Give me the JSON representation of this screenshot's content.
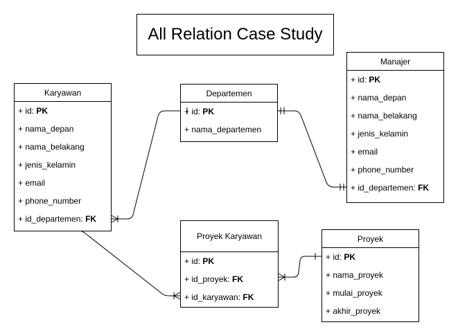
{
  "title": "All Relation Case Study",
  "entities": {
    "karyawan": {
      "name": "Karyawan",
      "attributes": [
        {
          "prefix": "+ ",
          "name": "id: ",
          "key": "PK"
        },
        {
          "prefix": "+ ",
          "name": "nama_depan",
          "key": ""
        },
        {
          "prefix": "+ ",
          "name": "nama_belakang",
          "key": ""
        },
        {
          "prefix": "+ ",
          "name": "jenis_kelamin",
          "key": ""
        },
        {
          "prefix": "+ ",
          "name": "email",
          "key": ""
        },
        {
          "prefix": "+ ",
          "name": "phone_number",
          "key": ""
        },
        {
          "prefix": "+ ",
          "name": "id_departemen: ",
          "key": "FK"
        }
      ]
    },
    "departemen": {
      "name": "Departemen",
      "attributes": [
        {
          "prefix": "+ ",
          "name": "id: ",
          "key": "PK"
        },
        {
          "prefix": "+ ",
          "name": "nama_departemen",
          "key": ""
        }
      ]
    },
    "manajer": {
      "name": "Manajer",
      "attributes": [
        {
          "prefix": "+ ",
          "name": "id: ",
          "key": "PK"
        },
        {
          "prefix": "+ ",
          "name": "nama_depan",
          "key": ""
        },
        {
          "prefix": "+ ",
          "name": "nama_belakang",
          "key": ""
        },
        {
          "prefix": "+ ",
          "name": "jenis_kelamin",
          "key": ""
        },
        {
          "prefix": "+ ",
          "name": "email",
          "key": ""
        },
        {
          "prefix": "+ ",
          "name": "phone_number",
          "key": ""
        },
        {
          "prefix": "+ ",
          "name": "id_departemen: ",
          "key": "FK"
        }
      ]
    },
    "proyek_karyawan": {
      "name": "Proyek Karyawan",
      "attributes": [
        {
          "prefix": "+ ",
          "name": "id: ",
          "key": "PK"
        },
        {
          "prefix": "+ ",
          "name": "id_proyek: ",
          "key": "FK"
        },
        {
          "prefix": "+ ",
          "name": "id_karyawan: ",
          "key": "FK"
        }
      ]
    },
    "proyek": {
      "name": "Proyek",
      "attributes": [
        {
          "prefix": "+ ",
          "name": "id: ",
          "key": "PK"
        },
        {
          "prefix": "+ ",
          "name": "nama_proyek",
          "key": ""
        },
        {
          "prefix": "+ ",
          "name": "mulai_proyek",
          "key": ""
        },
        {
          "prefix": "+ ",
          "name": "akhir_proyek",
          "key": ""
        }
      ]
    }
  },
  "relationships": [
    {
      "from": "Departemen.id",
      "to": "Karyawan.id_departemen",
      "type": "one-to-many"
    },
    {
      "from": "Departemen.id",
      "to": "Manajer.id_departemen",
      "type": "one-to-one"
    },
    {
      "from": "Karyawan.id",
      "to": "Proyek Karyawan.id_karyawan",
      "type": "one-to-many"
    },
    {
      "from": "Proyek.id",
      "to": "Proyek Karyawan.id_proyek",
      "type": "one-to-many"
    }
  ],
  "colors": {
    "stroke": "#000000",
    "background": "#ffffff"
  }
}
